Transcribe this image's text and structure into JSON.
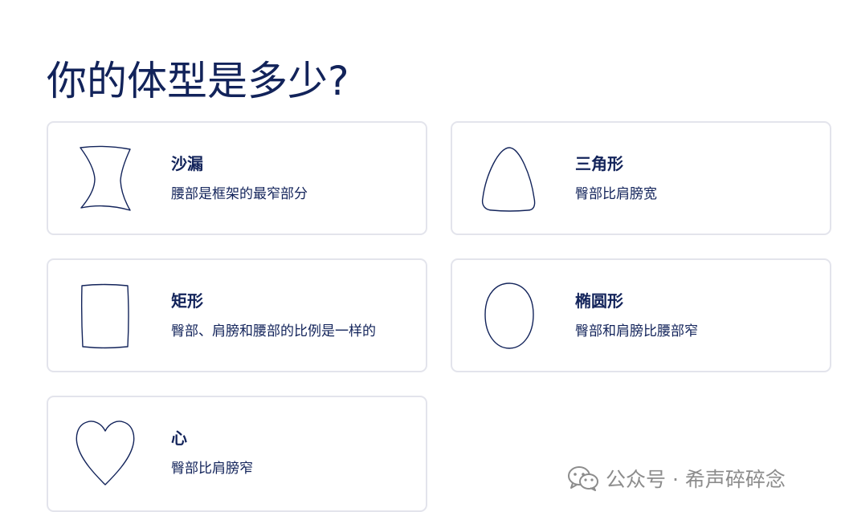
{
  "title": "你的体型是多少?",
  "cards": [
    {
      "name": "沙漏",
      "desc": "腰部是框架的最窄部分",
      "icon": "hourglass-shape-icon"
    },
    {
      "name": "三角形",
      "desc": "臀部比肩膀宽",
      "icon": "triangle-shape-icon"
    },
    {
      "name": "矩形",
      "desc": "臀部、肩膀和腰部的比例是一样的",
      "icon": "rectangle-shape-icon"
    },
    {
      "name": "椭圆形",
      "desc": "臀部和肩膀比腰部窄",
      "icon": "oval-shape-icon"
    },
    {
      "name": "心",
      "desc": "臀部比肩膀窄",
      "icon": "heart-shape-icon"
    }
  ],
  "watermark": {
    "text": "公众号 · 希声碎碎念",
    "icon": "wechat-icon"
  },
  "colors": {
    "primary": "#12235a",
    "border": "#e3e4ec",
    "watermark": "#8c8c8c"
  }
}
